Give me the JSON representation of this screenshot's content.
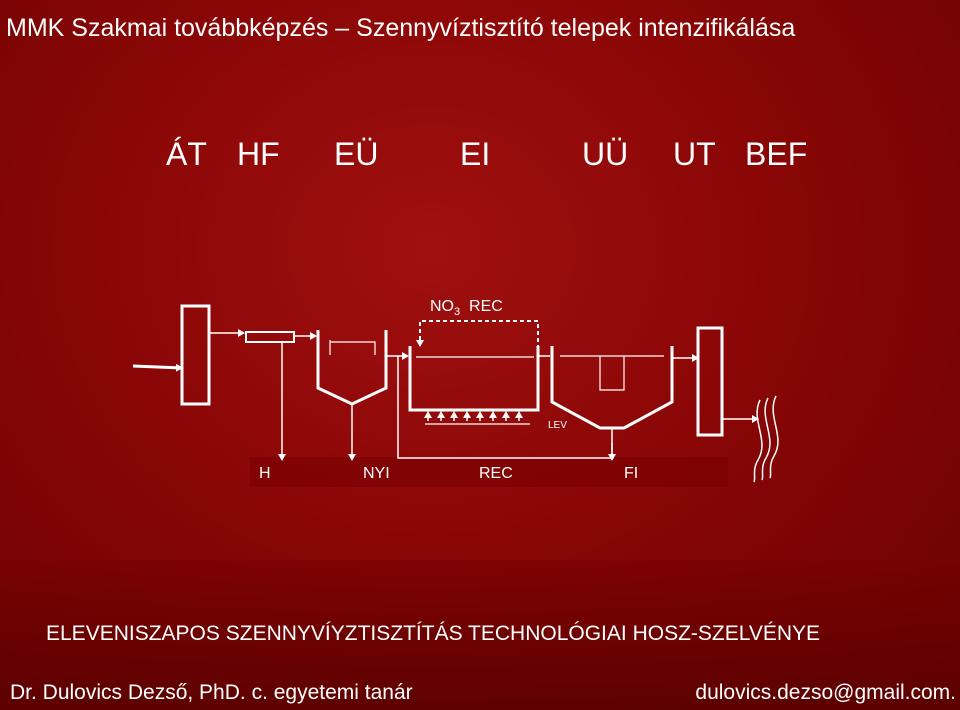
{
  "slide": {
    "title": "MMK Szakmai továbbképzés – Szennyvíztisztító telepek intenzifikálása",
    "codes": [
      "ÁT",
      "HF",
      "EÜ",
      "EI",
      "UÜ",
      "UT",
      "BEF"
    ],
    "diagram": {
      "no3_rec_label_main": "NO",
      "no3_rec_label_sub": "3",
      "no3_rec_label_rest": "REC",
      "lev_label": "LEV",
      "bottom_labels": {
        "h": "H",
        "nyi": "NYI",
        "rec": "REC",
        "fi": "FI"
      }
    },
    "heading": "ELEVENISZAPOS SZENNYVÍYZTISZTÍTÁS TECHNOLÓGIAI HOSZ-SZELVÉNYE",
    "footer": {
      "author": "Dr. Dulovics Dezső, PhD. c. egyetemi tanár",
      "email": "dulovics.dezso@gmail.com."
    }
  }
}
